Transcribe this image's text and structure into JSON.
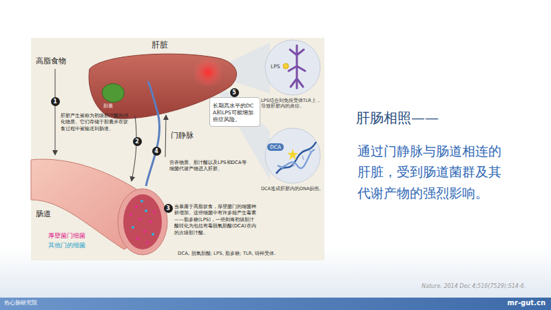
{
  "diagram": {
    "title": "肝肠相照——",
    "nodes": [
      {
        "text": [
          "长期高水平的DCA和LPS可能增加癌症风险。"
        ]
      },
      {
        "text": [
          "LPS",
          "LPS结合到免疫受体TLR上，导致肝脏内的炎症。"
        ]
      },
      {
        "text": [
          "DCA",
          "DCA造成肝脏内的DNA损伤。"
        ]
      }
    ],
    "labels": [
      "高脂食物",
      "肝脏",
      "胆囊",
      "1",
      "肝脏产生被称为初级胆汁酸的消化物质。它们存储于胆囊并在饮食过程中被输送到肠道。",
      "2",
      "门静脉",
      "4",
      "营养物质、胆汁酸以及LPS和DCA等细菌代谢产物进入肝脏。",
      "5",
      "肠道",
      "厚壁菌门细菌",
      "其他门的细菌",
      "3",
      "当暴露于高脂饮食，厚壁菌门的细菌种群增加。这些细菌中有许多能产生毒素——脂多糖(LPS)，一些则将初级胆汁酸转化为包括有毒脱氧胆酸(DCA)在内的次级胆汁酸。",
      "DCA, 脱氧胆酸; LPS, 脂多糖; TLR, 锝样受体.",
      "通过门静脉与肠道相连的肝脏，受到肠道菌群及其代谢产物的强烈影响。",
      "Nature. 2014 Dec 4;516(7529):S14-6.",
      "热心肠研究院",
      "mr-gut.cn"
    ]
  }
}
